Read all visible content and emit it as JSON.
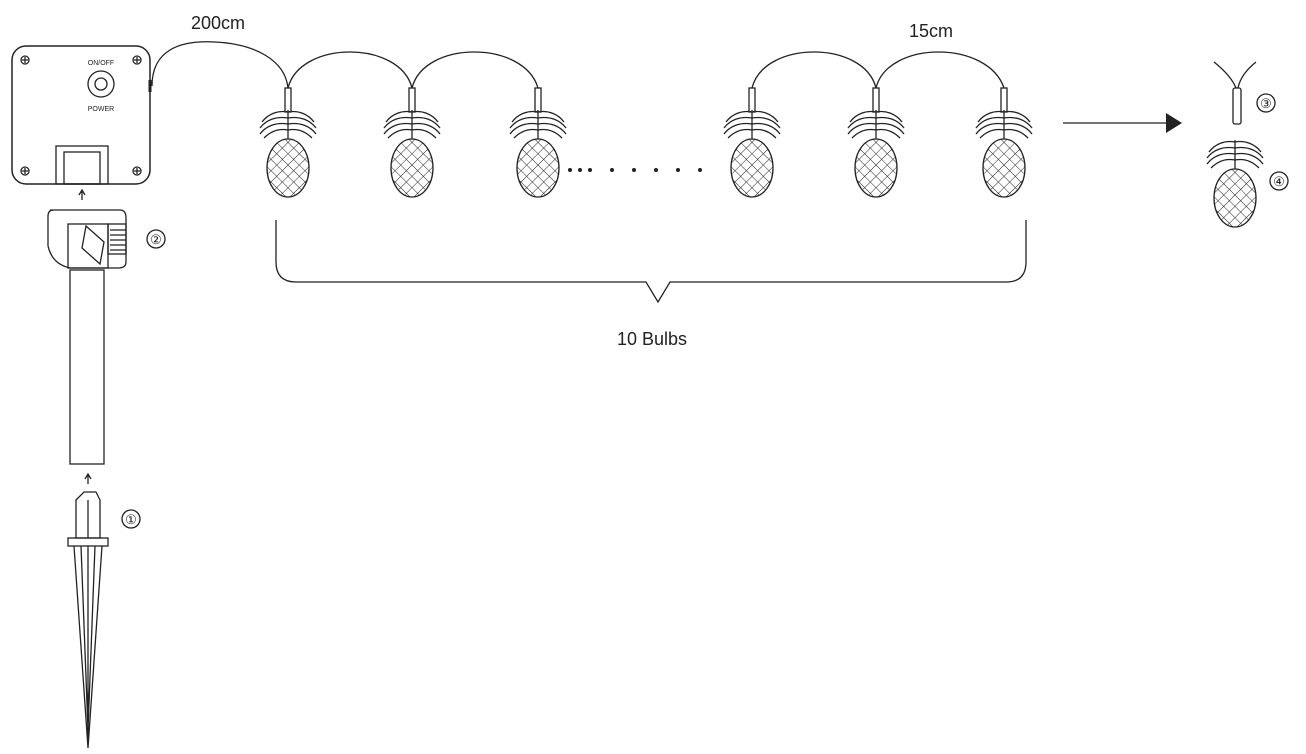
{
  "power_box": {
    "switch_label": "ON/OFF",
    "power_label": "POWER"
  },
  "dimensions": {
    "lead_wire_length": "200cm",
    "bulb_spacing": "15cm"
  },
  "bulb_count_label": "10 Bulbs",
  "part_numbers": {
    "stake": "①",
    "stake_holder": "②",
    "bulb_socket": "③",
    "pineapple_cover": "④"
  }
}
